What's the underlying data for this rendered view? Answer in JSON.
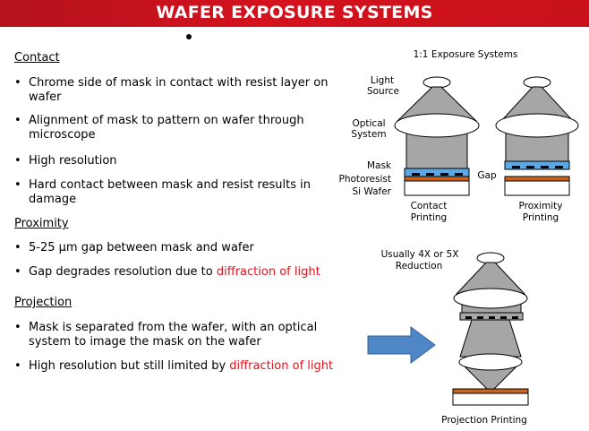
{
  "title": "WAFER EXPOSURE SYSTEMS",
  "sections": {
    "contact": {
      "heading": "Contact",
      "items": [
        "Chrome side of mask in contact with resist layer on wafer",
        "Alignment of mask to pattern on wafer through microscope",
        "High resolution",
        "Hard contact between mask and resist results in damage"
      ]
    },
    "proximity": {
      "heading": "Proximity",
      "items": [
        "5-25 μm gap between mask and wafer",
        {
          "plain": "Gap degrades resolution due to ",
          "highlight": "diffraction of light"
        }
      ]
    },
    "projection": {
      "heading": "Projection",
      "items": [
        "Mask is separated from the wafer, with an optical system to image the mask on the wafer",
        {
          "plain": "High resolution but still limited by ",
          "highlight": "diffraction of light"
        }
      ]
    }
  },
  "diagram": {
    "header": "1:1 Exposure Systems",
    "light_source_line1": "Light",
    "light_source_line2": "Source",
    "optical_line1": "Optical",
    "optical_line2": "System",
    "mask": "Mask",
    "photoresist": "Photoresist",
    "si_wafer": "Si Wafer",
    "gap": "Gap",
    "contact_line1": "Contact",
    "contact_line2": "Printing",
    "proximity_line1": "Proximity",
    "proximity_line2": "Printing",
    "reduction_line1": "Usually 4X or 5X",
    "reduction_line2": "Reduction",
    "projection_caption": "Projection Printing"
  },
  "colors": {
    "title_bar": "#c8111b",
    "highlight": "#e0141e",
    "mask_blue": "#5aa9e6",
    "resist_orange": "#c8641e",
    "arrow_blue": "#4f86c6",
    "cone_gray": "#a6a6a6"
  }
}
